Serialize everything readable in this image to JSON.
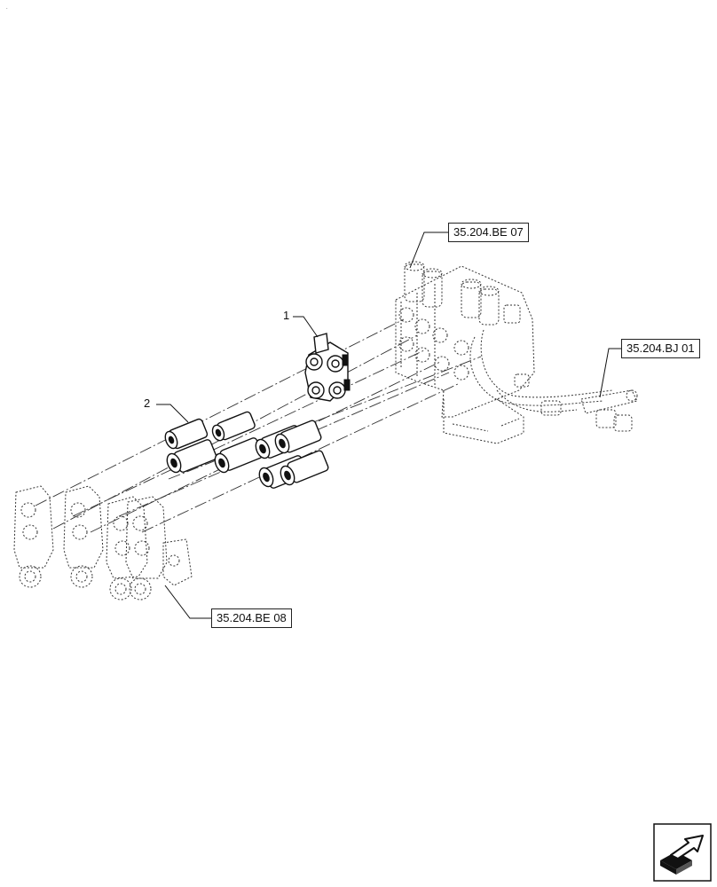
{
  "corner_mark": ".",
  "callouts": {
    "item_1": "1",
    "item_2": "2"
  },
  "references": {
    "ref_top": "35.204.BE 07",
    "ref_right": "35.204.BJ 01",
    "ref_bottom": "35.204.BE 08"
  },
  "icons": {
    "navigation": "next-page-arrow-icon"
  },
  "colors": {
    "line": "#111111",
    "background": "#ffffff"
  }
}
